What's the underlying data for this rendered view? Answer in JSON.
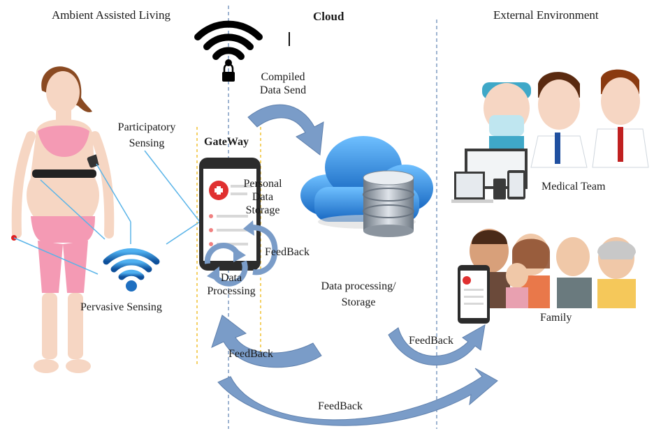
{
  "sections": {
    "ambient": "Ambient Assisted Living",
    "cloud": "Cloud",
    "external": "External Environment"
  },
  "labels": {
    "participatory": [
      "Participatory",
      "Sensing"
    ],
    "pervasive": "Pervasive Sensing",
    "gateway": "GateWay",
    "personal_storage": [
      "Personal",
      "Data",
      "Storage"
    ],
    "data_processing": [
      "Data",
      "Processing"
    ],
    "compiled_send": [
      "Compiled",
      "Data Send"
    ],
    "cloud_processing": [
      "Data processing/",
      "Storage"
    ],
    "medical_team": "Medical Team",
    "family": "Family",
    "feedback_gateway": "FeedBack",
    "feedback_left": "FeedBack",
    "feedback_right": "FeedBack",
    "feedback_bottom": "FeedBack"
  },
  "colors": {
    "arrow": "#7a9cc8",
    "arrow_stroke": "#5f80ad",
    "divider": "#7f9cc2",
    "gateway_divider": "#f0c030",
    "wifi": "#1e6fc0",
    "cloud": "#2e8fe0",
    "db": "#9aa3ad"
  },
  "icons": [
    "wifi-lock-icon",
    "wifi-sensor-icon",
    "cloud-database-icon",
    "smartphone-icon",
    "pregnant-woman-figure",
    "doctor-figure",
    "family-figure",
    "devices-icon"
  ]
}
